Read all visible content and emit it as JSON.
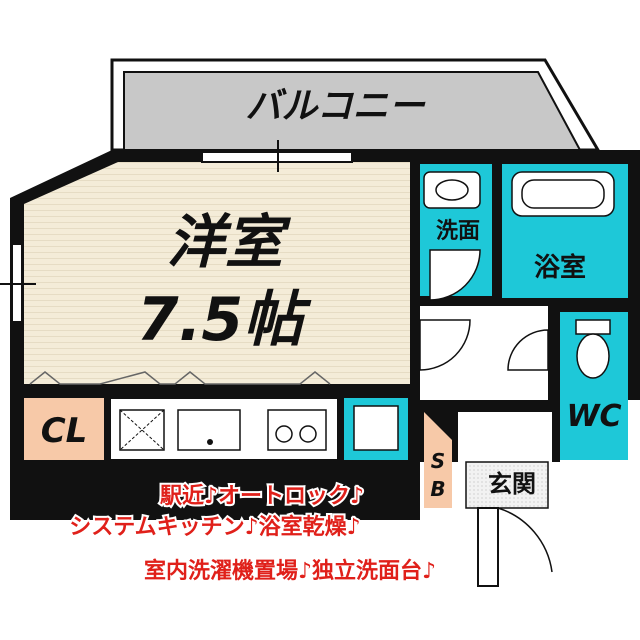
{
  "colors": {
    "wall": "#111111",
    "western_room": "#f4ecd8",
    "water_area": "#1ec8d8",
    "storage": "#f7c9a8",
    "balcony": "#c8c8c8",
    "entrance": "#e8e8e8",
    "promo_text": "#e0201a"
  },
  "labels": {
    "balcony": "バルコニー",
    "western_room": "洋室",
    "room_size": "7.5帖",
    "closet": "CL",
    "washroom": "洗面",
    "bathroom": "浴室",
    "toilet": "WC",
    "shoe_box_top": "S",
    "shoe_box_bottom": "B",
    "entrance": "玄関"
  },
  "features": [
    "駅近♪オートロック♪",
    "システムキッチン♪浴室乾燥♪",
    "室内洗濯機置場♪独立洗面台♪"
  ]
}
